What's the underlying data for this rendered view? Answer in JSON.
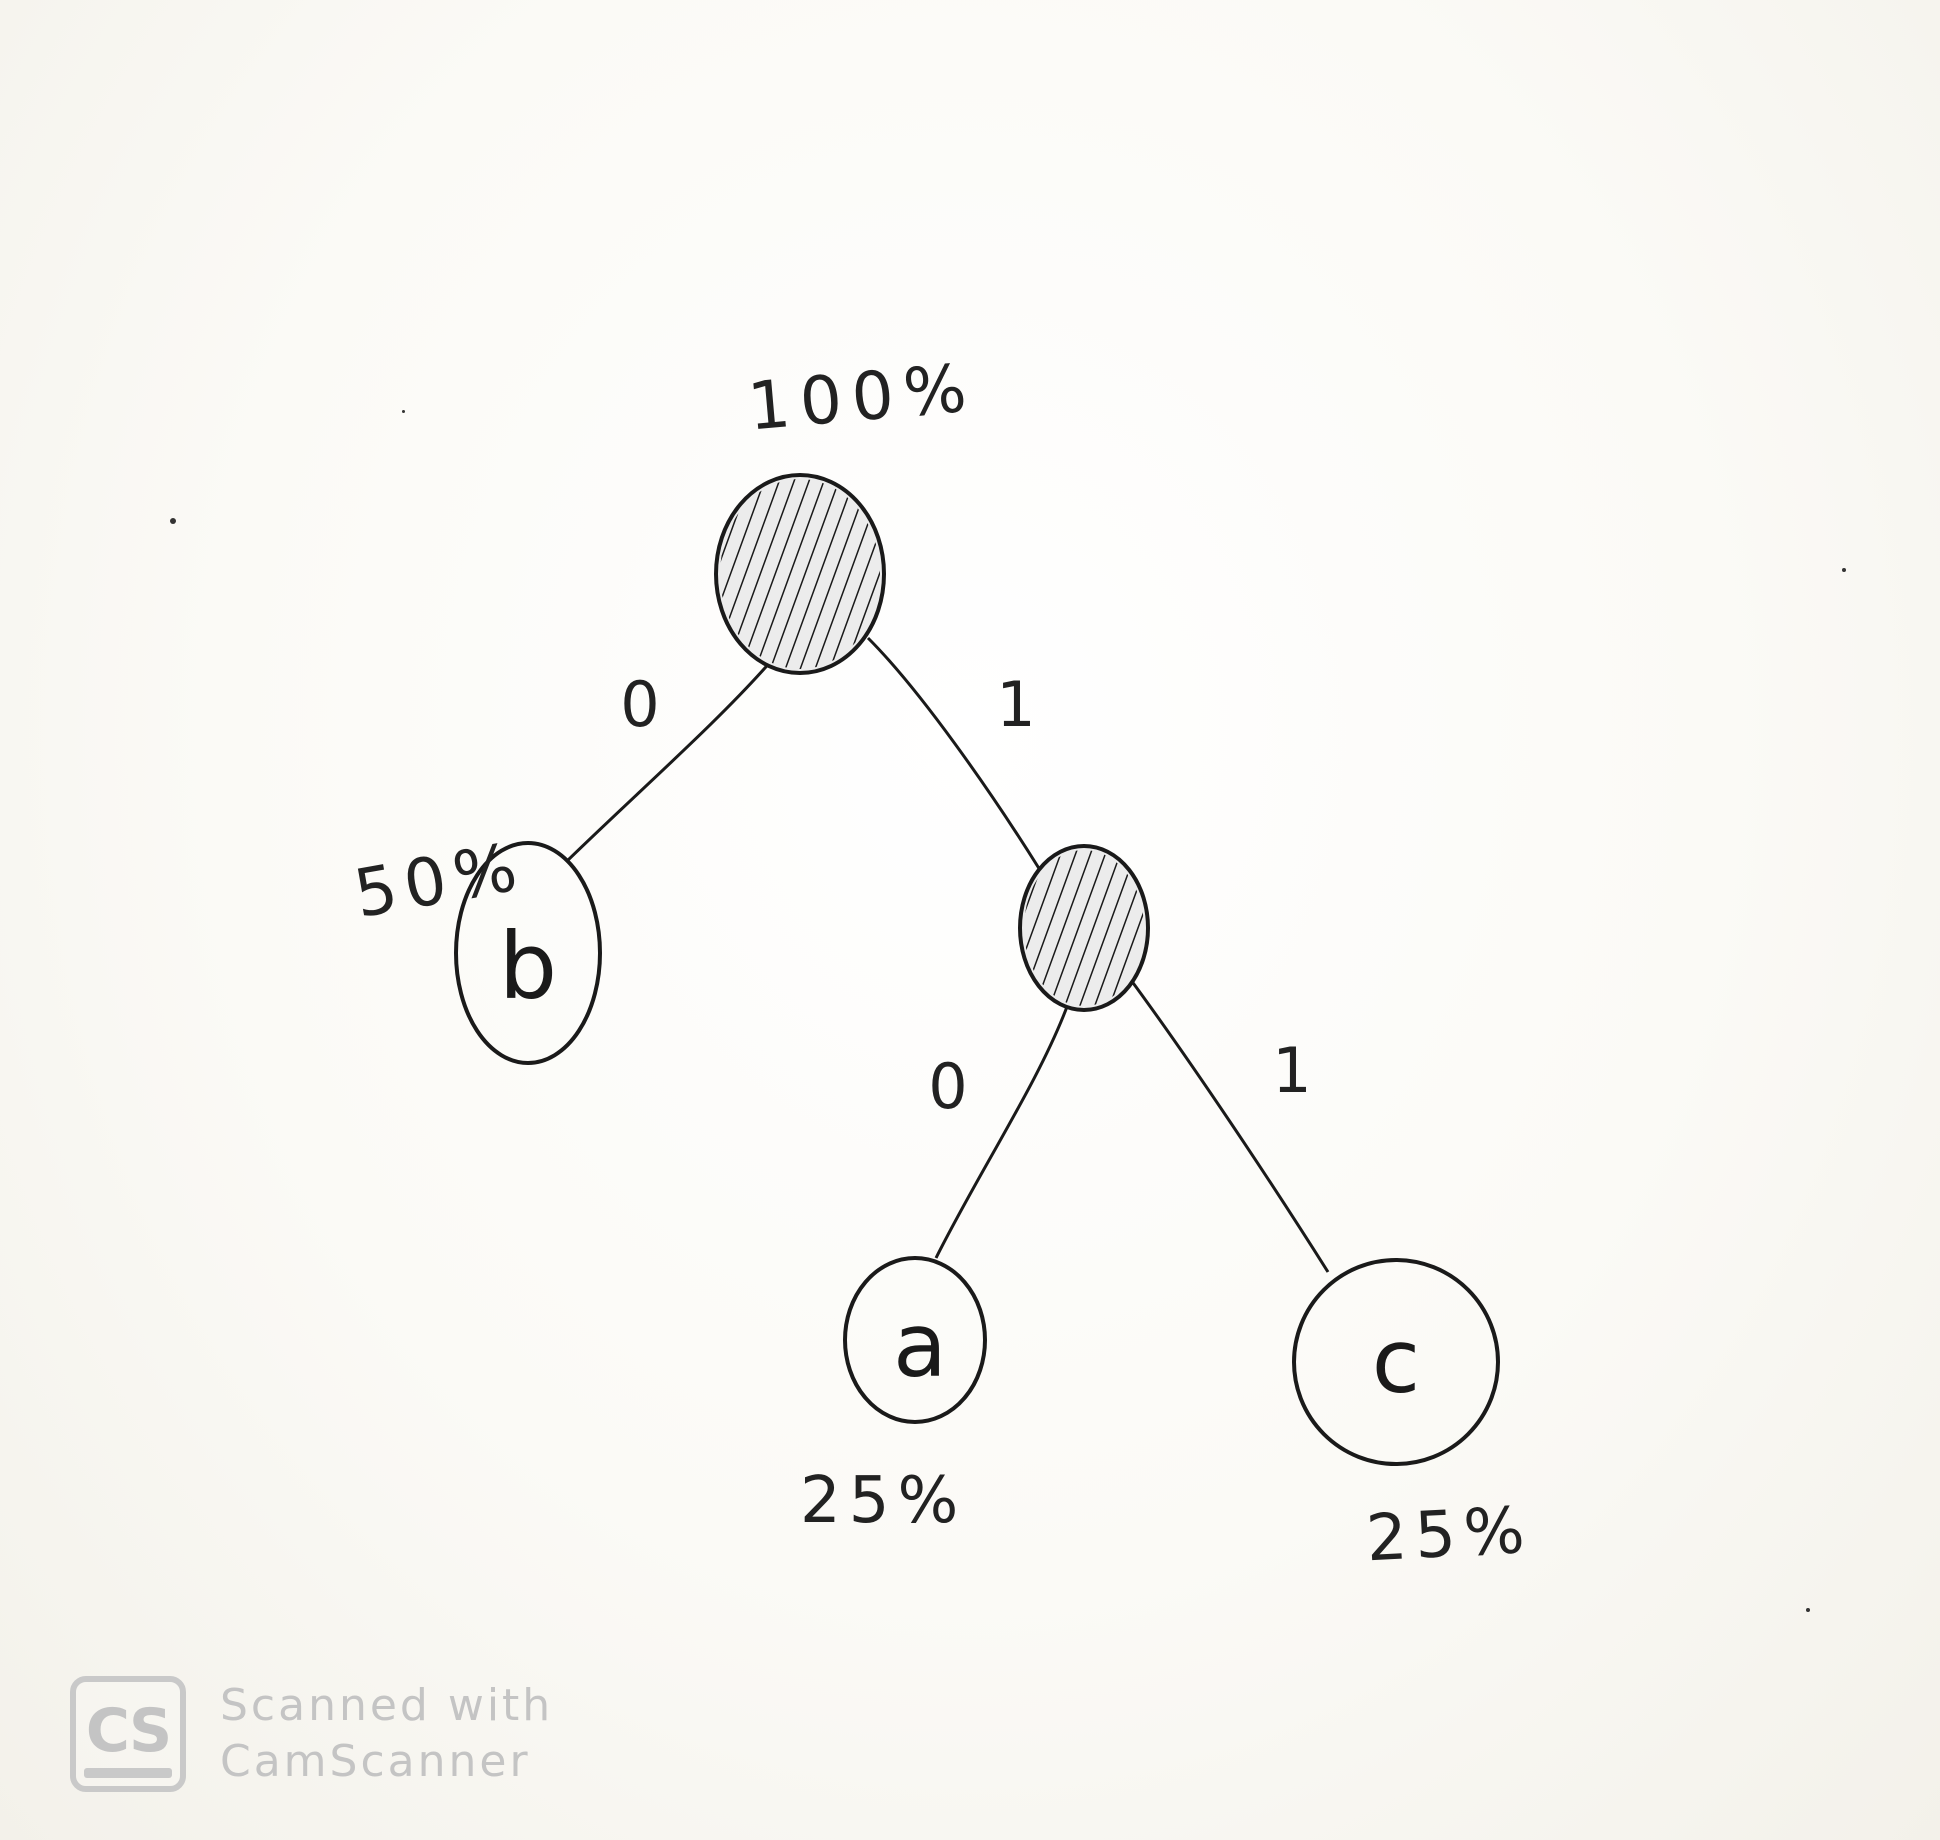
{
  "tree": {
    "root": {
      "label": "",
      "percent": "100%"
    },
    "edges": {
      "root_left": "0",
      "root_right": "1",
      "inner_left": "0",
      "inner_right": "1"
    },
    "leaves": {
      "b": {
        "letter": "b",
        "percent": "50%"
      },
      "a": {
        "letter": "a",
        "percent": "25%"
      },
      "c": {
        "letter": "c",
        "percent": "25%"
      }
    }
  },
  "watermark": {
    "logo_text": "CS",
    "line1": "Scanned with",
    "line2": "CamScanner"
  },
  "colors": {
    "ink": "#1a1a1a",
    "watermark": "#c4c4c4",
    "paper": "#fbfaf7"
  }
}
